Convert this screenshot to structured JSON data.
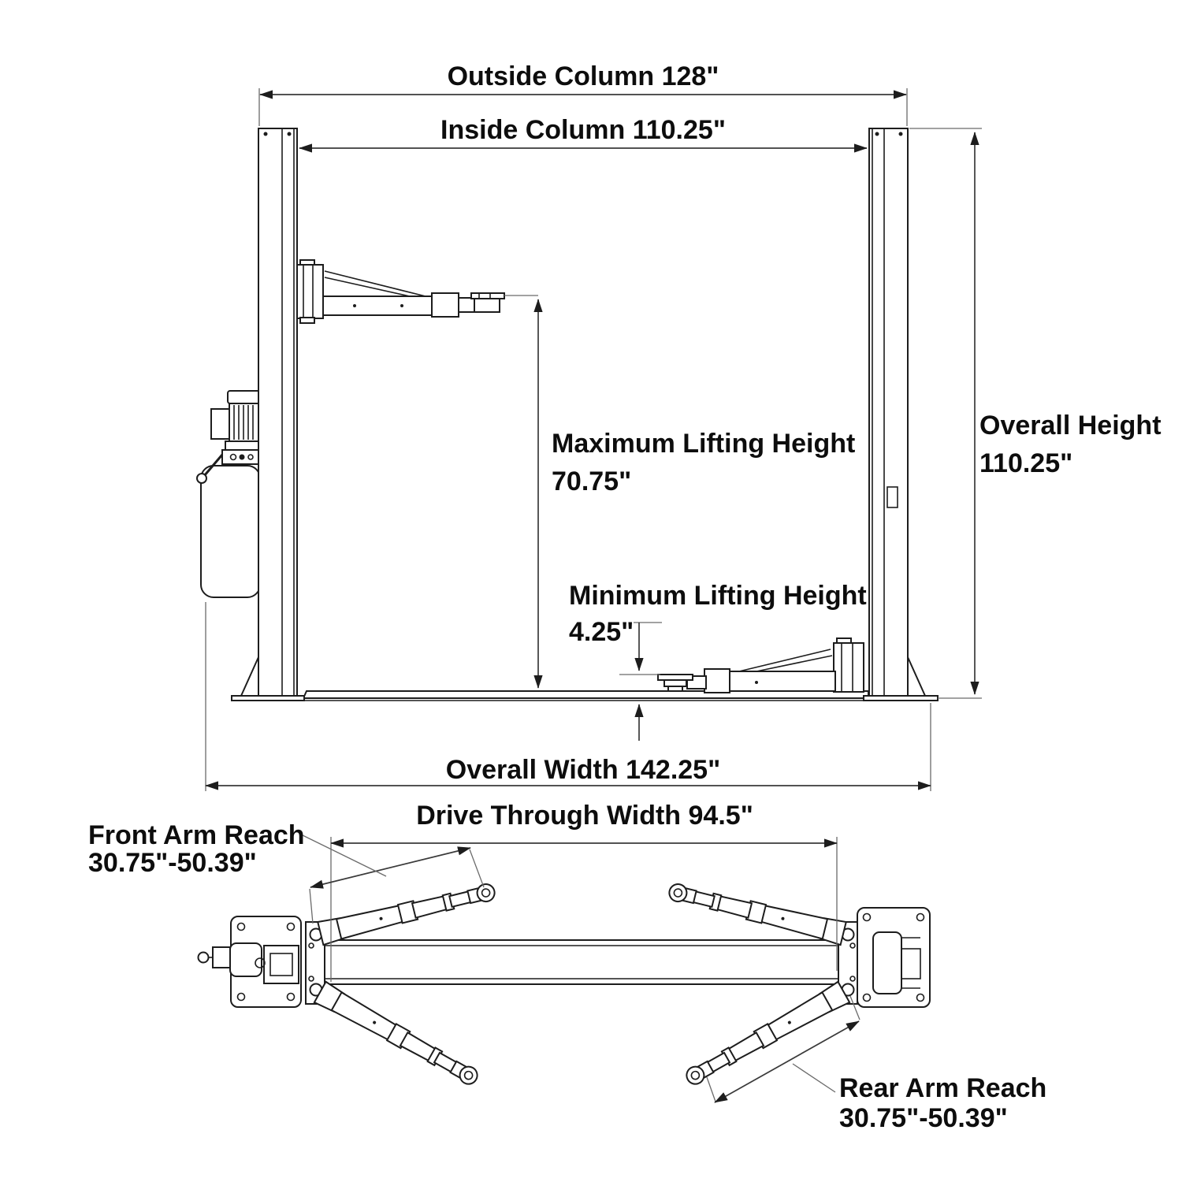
{
  "background": "#ffffff",
  "line_color": "#1d1d1d",
  "text_color": "#0d0d0d",
  "front_view": {
    "outside_column_label": "Outside Column 128\"",
    "inside_column_label": "Inside Column 110.25\"",
    "overall_height_label": "Overall Height",
    "overall_height_value": "110.25\"",
    "max_lifting_height_label": "Maximum Lifting Height",
    "max_lifting_height_value": "70.75\"",
    "min_lifting_height_label": "Minimum Lifting Height",
    "min_lifting_height_value": "4.25\"",
    "overall_width_label": "Overall Width 142.25\""
  },
  "top_view": {
    "drive_through_width_label": "Drive Through Width 94.5\"",
    "front_arm_reach_label": "Front Arm Reach",
    "front_arm_reach_value": "30.75\"-50.39\"",
    "rear_arm_reach_label": "Rear Arm Reach",
    "rear_arm_reach_value": "30.75\"-50.39\""
  }
}
